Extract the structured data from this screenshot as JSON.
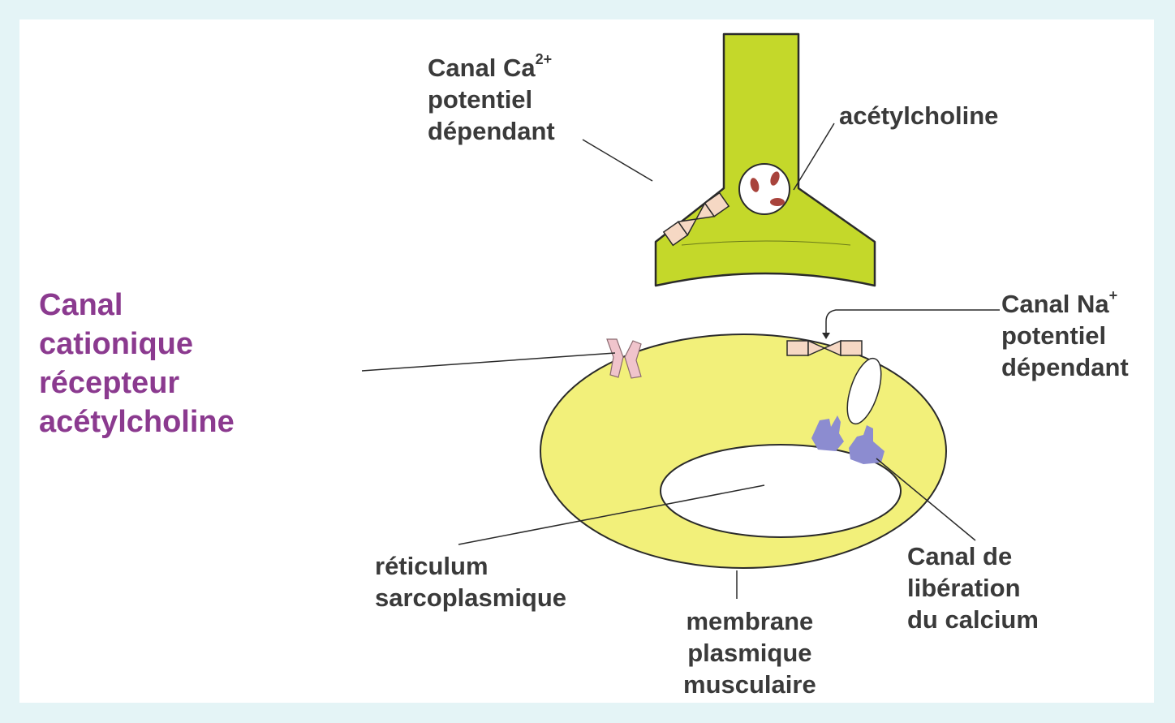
{
  "labels": {
    "canal_ca": {
      "line1": "Canal Ca",
      "sup": "2+",
      "line2": "potentiel",
      "line3": "dépendant"
    },
    "acetylcholine": "acétylcholine",
    "canal_na": {
      "line1": "Canal Na",
      "sup": "+",
      "line2": "potentiel",
      "line3": "dépendant"
    },
    "canal_cationique": {
      "line1": "Canal",
      "line2": "cationique",
      "line3": "récepteur",
      "line4": "acétylcholine"
    },
    "reticulum": {
      "line1": "réticulum",
      "line2": "sarcoplasmique"
    },
    "membrane": {
      "line1": "membrane",
      "line2": "plasmique",
      "line3": "musculaire"
    },
    "canal_liberation": {
      "line1": "Canal de",
      "line2": "libération",
      "line3": "du calcium"
    }
  },
  "colors": {
    "background": "#e4f4f6",
    "axon_terminal": "#c4d82a",
    "muscle_membrane": "#f2f07a",
    "cationic_label": "#8b3a8f",
    "channel_beige": "#f6d8c4",
    "receptor_pink": "#f0c4cc",
    "release_channel": "#8c8cd0",
    "ach_dots": "#a8433c",
    "text": "#3a3a3a"
  }
}
